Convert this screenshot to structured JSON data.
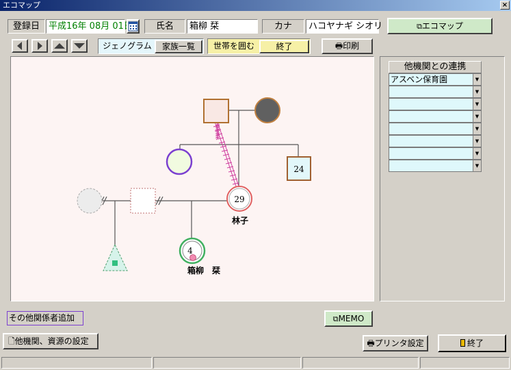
{
  "window": {
    "title": "エコマップ",
    "close_symbol": "×"
  },
  "toolbar": {
    "register_date_label": "登録日",
    "register_date_value": "平成16年 08月 01日",
    "name_label": "氏名",
    "name_value": "箱柳  栞",
    "kana_label": "カナ",
    "kana_value": "ハコヤナギ シオリ",
    "ecomap_button": "エコマップ",
    "genogram_tab": "ジェノグラム",
    "family_list_tab": "家族一覧",
    "household_button": "世帯を囲む",
    "end_button_small": "終了",
    "print_button": "印刷"
  },
  "nav_arrows": [
    "left-arrow-icon",
    "right-arrow-icon",
    "up-arrow-icon",
    "down-arrow-icon"
  ],
  "genogram": {
    "center_age": "29",
    "center_name": "林子",
    "square_right_age": "24",
    "child_age": "4",
    "child_name": "箱柳　栞"
  },
  "right_panel": {
    "header": "他機関との連携",
    "rows": [
      "アスベン保育園",
      "",
      "",
      "",
      "",
      "",
      "",
      ""
    ]
  },
  "bottom": {
    "add_other_button": "その他関係者追加",
    "memo_button": "MEMO",
    "settings_button": "他機関、資源の設定",
    "printer_button": "プリンタ設定",
    "exit_button": "終了"
  },
  "colors": {
    "title_bar": "#0a246a",
    "canvas_bg": "#fdf4f3",
    "date_text": "#008000",
    "list_row_bg": "#dff8fb",
    "purple_outline": "#7b3fd0",
    "pink_line": "#d040a0"
  }
}
